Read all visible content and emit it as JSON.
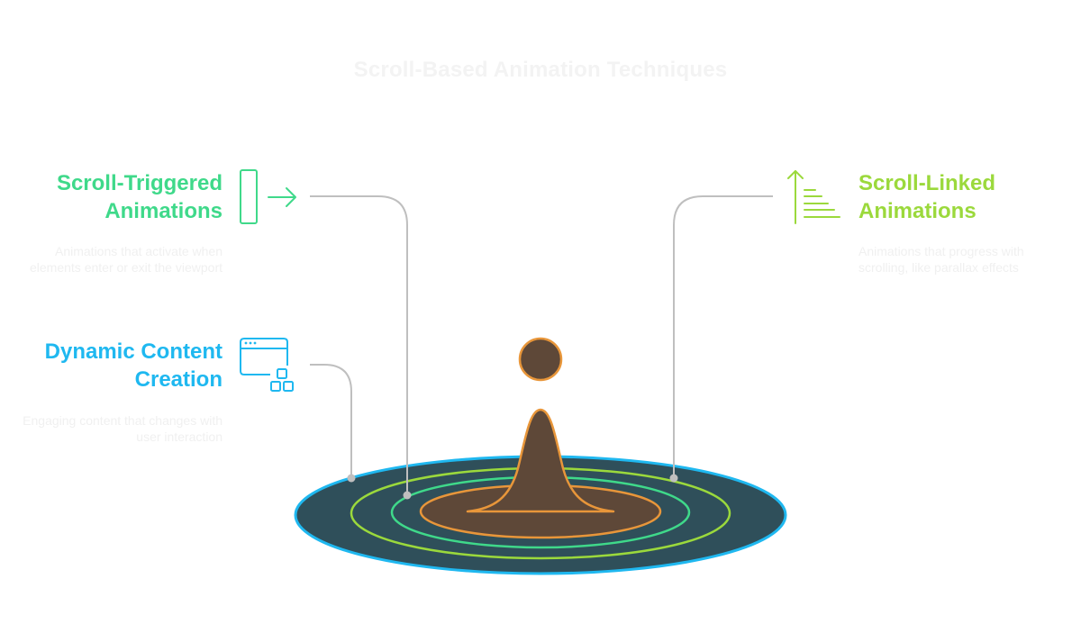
{
  "title": "Scroll-Based Animation Techniques",
  "items": {
    "scroll_triggered": {
      "heading_line1": "Scroll-Triggered",
      "heading_line2": "Animations",
      "description": "Animations that activate when elements enter or exit the viewport",
      "color": "#3fd98a",
      "icon": "phone-arrow-icon"
    },
    "dynamic_content": {
      "heading_line1": "Dynamic Content",
      "heading_line2": "Creation",
      "description": "Engaging content that changes with user interaction",
      "color": "#1fb8f0",
      "icon": "window-blocks-icon"
    },
    "scroll_linked": {
      "heading_line1": "Scroll-Linked",
      "heading_line2": "Animations",
      "description": "Animations that progress with scrolling, like parallax effects",
      "color": "#9bd93c",
      "icon": "scroll-progress-icon"
    }
  },
  "colors": {
    "pool_fill": "#2f4f5a",
    "pool_outline": "#1fb8f0",
    "ring_outer": "#9bd93c",
    "ring_middle": "#3fd98a",
    "ring_inner": "#e8963a",
    "drop_fill": "#5e4838",
    "drop_outline": "#e8963a",
    "connector": "#bfbfbf"
  }
}
